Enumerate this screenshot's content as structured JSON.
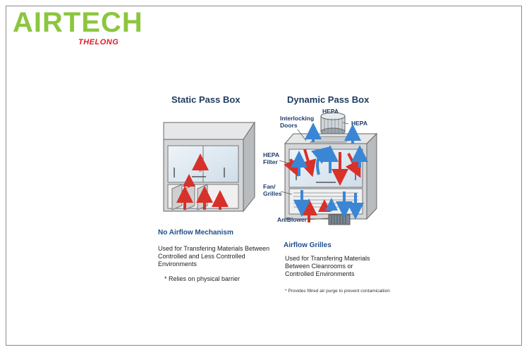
{
  "brand": {
    "name": "AIRTECH",
    "tagline": "THELONG",
    "color_primary": "#8cc63f",
    "color_tagline": "#e21b23"
  },
  "static_box": {
    "title": "Static Pass Box",
    "heading": "No Airflow Mechanism",
    "description": "Used for Transfering Materials Between Controlled and Less Controlled Environments",
    "note": "* Relies on physical barrier"
  },
  "dynamic_box": {
    "title": "Dynamic Pass Box",
    "labels": {
      "hepa_top": "HEPA",
      "hepa_right": "HEPA",
      "interlocking_doors": "Interlocking Doors",
      "hepa_filter": "HEPA Filter",
      "fan_grilles": "Fan/ Grilles",
      "an_blower": "An/Blower"
    },
    "heading": "Airflow Grilles",
    "description": "Used for Transfering Materials Between Cleanrooms or Controlled Environments",
    "note": "* Provides filtred air purge to prevent contamicatiion"
  },
  "colors": {
    "arrow_red": "#d7312a",
    "arrow_blue": "#3a86d4",
    "box_face": "#d4d6d8",
    "box_top": "#e6e7e8",
    "glass": "#dce9f2"
  }
}
